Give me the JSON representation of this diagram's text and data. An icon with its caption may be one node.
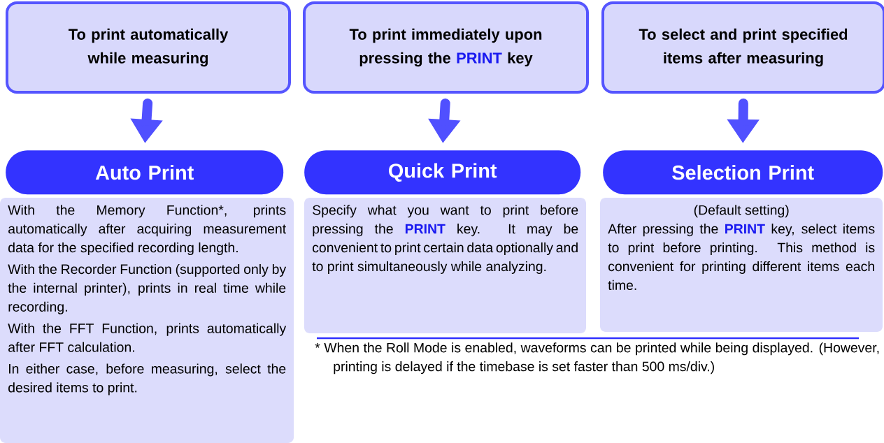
{
  "diagram": {
    "nodes": [
      {
        "text": [
          "To print automatically while measuring"
        ]
      },
      {
        "text": [
          "To print immediately upon pressing the **PRINT** key"
        ]
      },
      {
        "text": [
          "To select and print specified items after measuring"
        ]
      },
      {
        "text": [
          "Auto Print"
        ]
      },
      {
        "text": [
          "Quick Print"
        ]
      },
      {
        "text": [
          "Selection Print"
        ]
      },
      {
        "text": [
          "With the Memory Function*, prints automatically after acquiring measurement data for the specified recording length.",
          "With the Recorder Function (supported only by the internal printer), prints in real time while recording.",
          "With the FFT Function, prints automatically after FFT calculation.",
          "In either case, before measuring, select the desired items to print."
        ]
      },
      {
        "text": [
          "Specify what you want to print before pressing the **PRINT** key. It may be convenient to print certain data optionally and to print simultaneously while analyzing."
        ]
      },
      {
        "text": [
          "(Default setting)",
          "After pressing the **PRINT** key, select items to print before printing. This method is convenient for printing different items each time."
        ]
      }
    ],
    "edges": [
      {
        "from": 0,
        "to": 3,
        "arrow": "to"
      },
      {
        "from": 1,
        "to": 4,
        "arrow": "to"
      },
      {
        "from": 2,
        "to": 5,
        "arrow": "to"
      }
    ],
    "labels": [
      "* When the Roll Mode is enabled, waveforms can be printed while being displayed. (However, printing is delayed if the timebase is set faster than 500 ms/div.)"
    ]
  }
}
